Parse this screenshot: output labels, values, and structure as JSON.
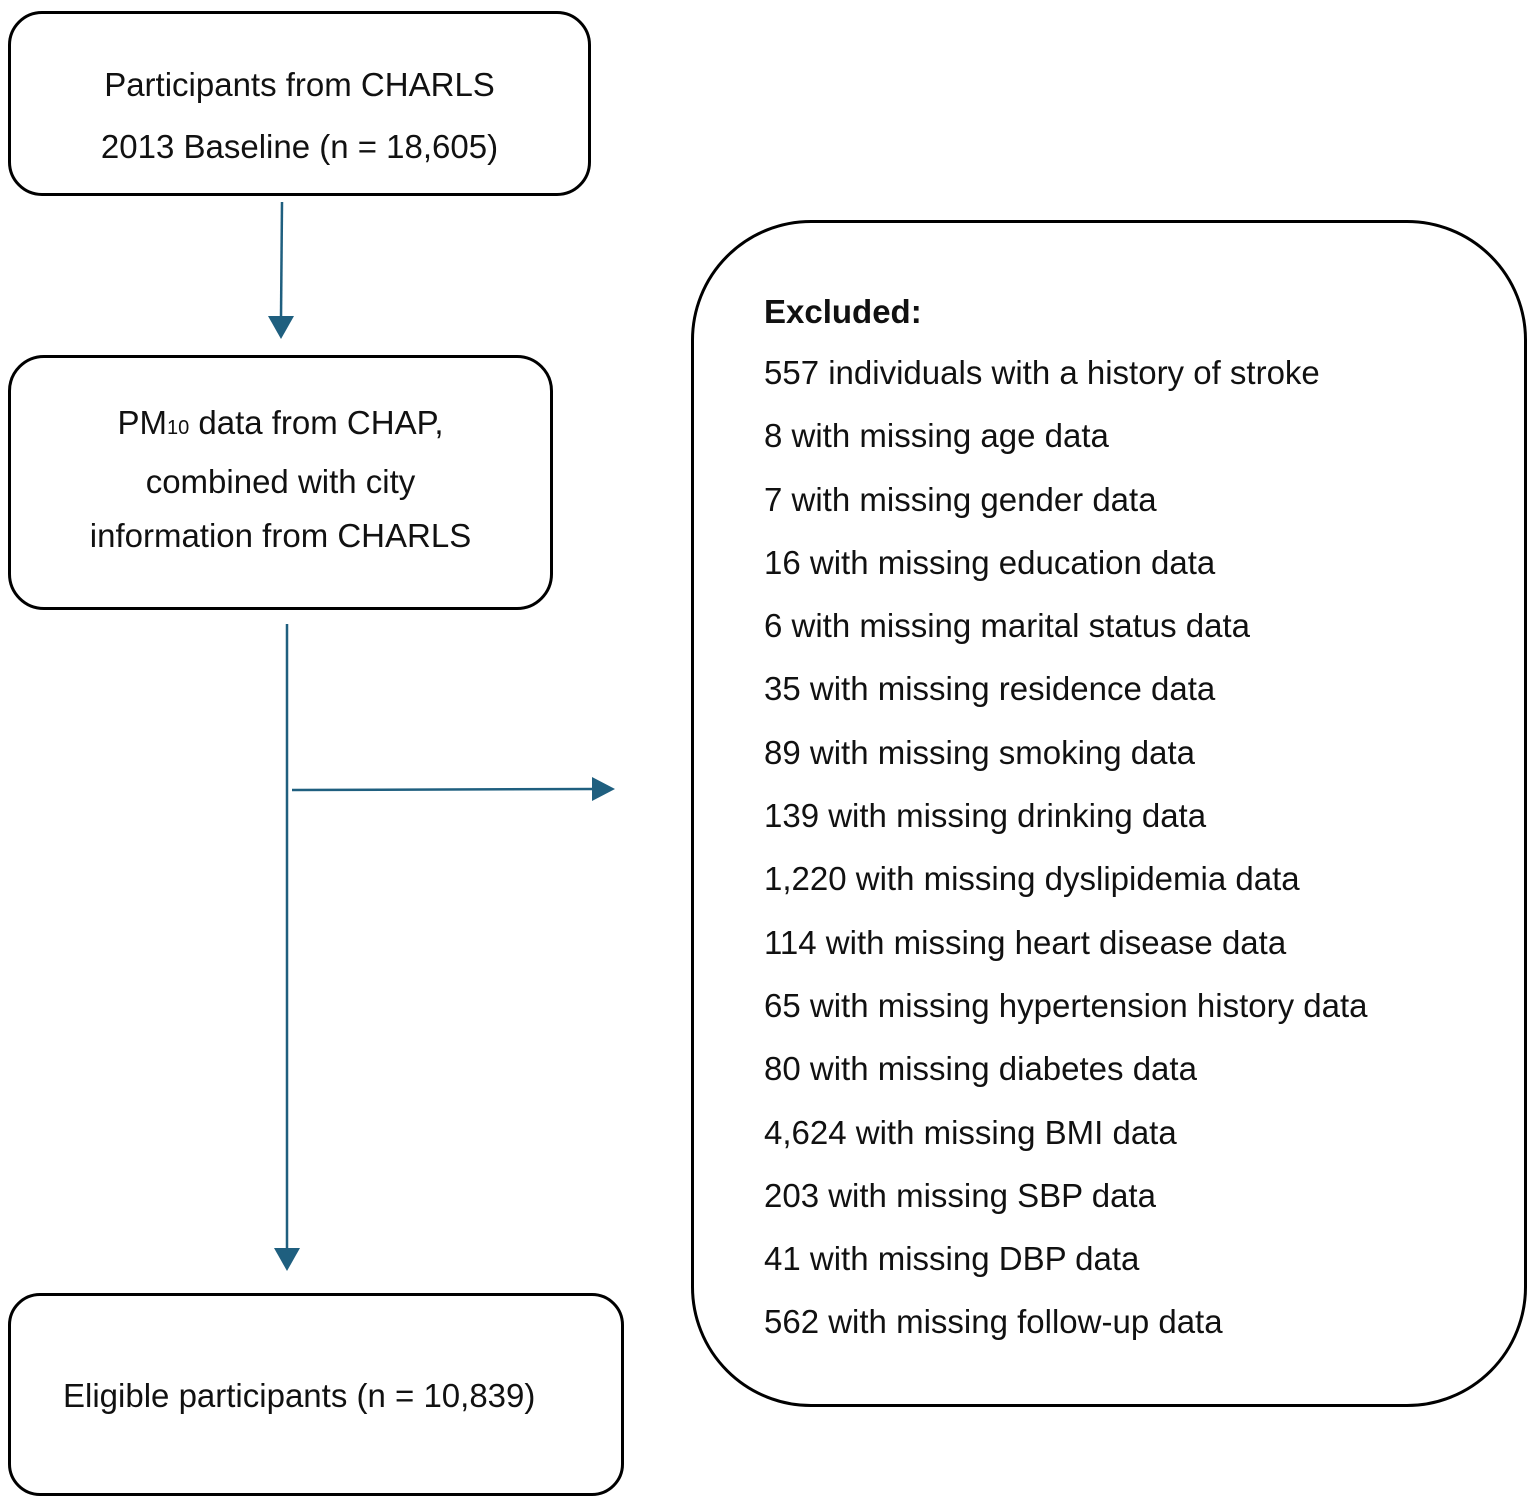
{
  "colors": {
    "arrow": "#1f5f7f",
    "box_border": "#000000",
    "text": "#111111"
  },
  "baseline": {
    "line1": "Participants from CHARLS",
    "line2": "2013 Baseline (n = 18,605)"
  },
  "pm10": {
    "prefix": "PM",
    "subscript": "10",
    "line1_rest": " data from CHAP,",
    "line2": "combined with city",
    "line3": "information from CHARLS"
  },
  "excluded": {
    "heading": "Excluded:",
    "items": [
      "557 individuals with a history of stroke",
      "8 with missing age data",
      "7 with missing gender data",
      "16 with missing education data",
      "6 with missing marital status data",
      "35 with missing residence data",
      "89 with missing smoking data",
      "139 with missing drinking data",
      "1,220 with missing dyslipidemia data",
      "114 with missing heart disease data",
      "65 with missing hypertension history data",
      "80 with missing diabetes data",
      "4,624 with missing BMI data",
      "203 with missing SBP data",
      "41 with missing DBP data",
      "562 with missing follow-up data"
    ]
  },
  "eligible": {
    "label": "Eligible participants (n = 10,839)"
  }
}
